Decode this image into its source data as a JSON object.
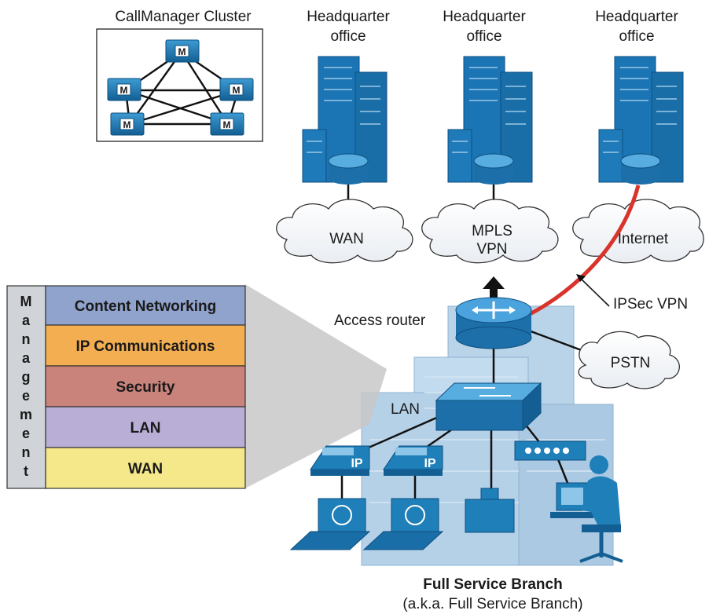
{
  "cluster": {
    "title": "CallManager Cluster",
    "node_label": "M"
  },
  "headquarters": [
    {
      "line1": "Headquarter",
      "line2": "office",
      "cloud_line1": "WAN",
      "cloud_line2": ""
    },
    {
      "line1": "Headquarter",
      "line2": "office",
      "cloud_line1": "MPLS",
      "cloud_line2": "VPN"
    },
    {
      "line1": "Headquarter",
      "line2": "office",
      "cloud_line1": "Internet",
      "cloud_line2": ""
    }
  ],
  "links": {
    "ipsec": "IPSec VPN",
    "pstn": "PSTN",
    "access_router": "Access router",
    "lan": "LAN"
  },
  "stack": {
    "side_letters": [
      "M",
      "a",
      "n",
      "a",
      "g",
      "e",
      "m",
      "e",
      "n",
      "t"
    ],
    "layers": [
      {
        "label": "Content Networking",
        "color": "#8fa3cc"
      },
      {
        "label": "IP Communications",
        "color": "#f2ae50"
      },
      {
        "label": "Security",
        "color": "#c9837a"
      },
      {
        "label": "LAN",
        "color": "#b8aed6"
      },
      {
        "label": "WAN",
        "color": "#f5e88a"
      }
    ]
  },
  "phones": {
    "label": "IP"
  },
  "branch": {
    "title": "Full Service Branch",
    "subtitle": "(a.k.a. Full Service Branch)"
  },
  "colors": {
    "device_blue": "#1f7fb8",
    "building_blue": "#1b75b4",
    "branch_building": "#b9d3e8",
    "ipsec_link": "#d9342b"
  }
}
